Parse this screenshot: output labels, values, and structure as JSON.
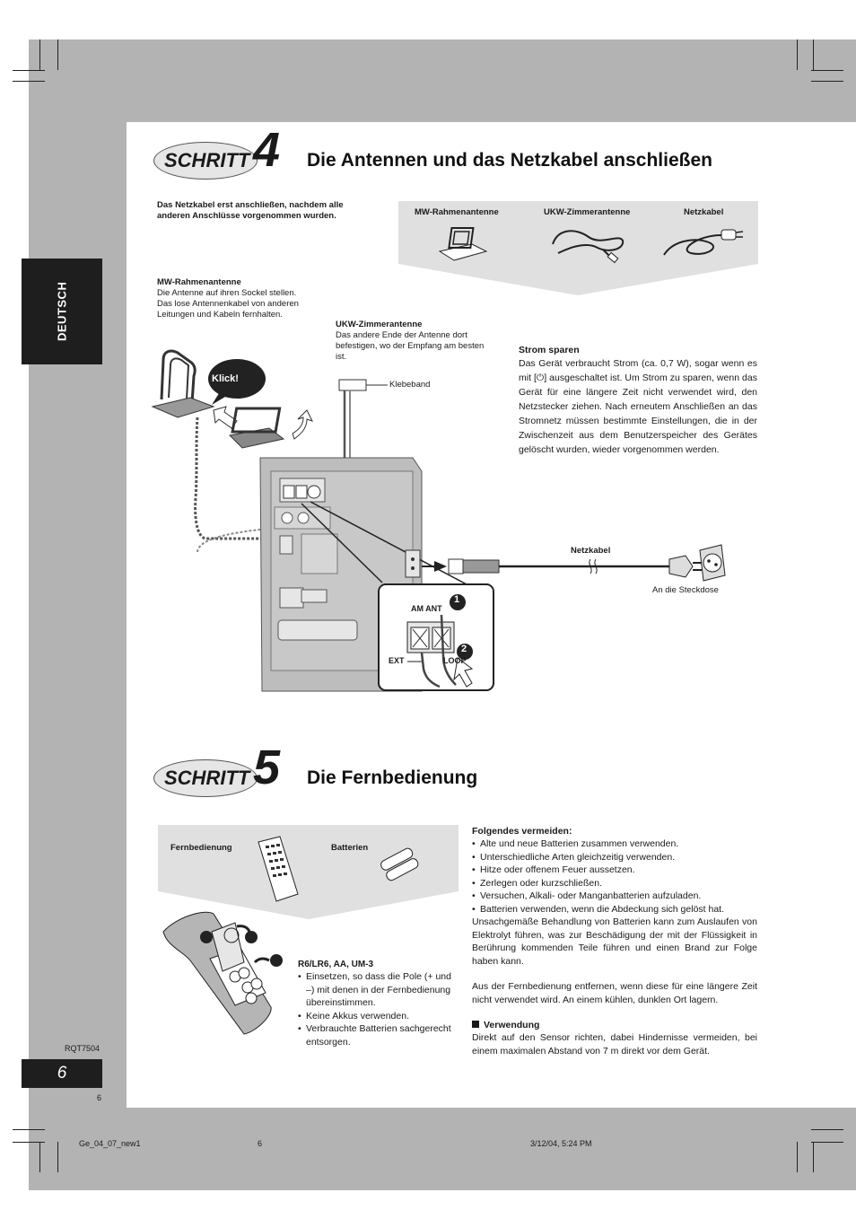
{
  "side_tab": {
    "label": "DEUTSCH"
  },
  "step4": {
    "schritt_word": "SCHRITT",
    "number": "4",
    "title": "Die Antennen und das Netzkabel anschließen",
    "notice": "Das Netzkabel erst anschließen, nachdem alle anderen Anschlüsse vorgenommen wurden.",
    "supplied": [
      "MW-Rahmenantenne",
      "UKW-Zimmerantenne",
      "Netzkabel"
    ],
    "mw_heading": "MW-Rahmenantenne",
    "mw_text": "Die Antenne auf ihren Sockel stellen. Das lose Antennenkabel von anderen Leitungen und Kabeln fernhalten.",
    "ukw_heading": "UKW-Zimmerantenne",
    "ukw_text": "Das andere Ende der Antenne dort befestigen, wo der Empfang am besten ist.",
    "klick": "Klick!",
    "klebeband": "Klebeband",
    "strom_heading": "Strom sparen",
    "strom_text": "Das Gerät verbraucht Strom (ca. 0,7 W), sogar wenn es mit [⏻] ausgeschaltet ist. Um Strom zu sparen, wenn das Gerät für eine längere Zeit nicht verwendet wird, den Netzstecker ziehen. Nach erneutem Anschließen an das Stromnetz müssen bestimmte Einstellungen, die in der Zwischenzeit aus dem Benutzerspeicher des Gerätes gelöscht wurden, wieder vorgenommen werden.",
    "netzkabel_label": "Netzkabel",
    "steckdose_label": "An die Steckdose",
    "am_ant": "AM ANT",
    "ext": "EXT",
    "loop": "LOOP"
  },
  "step5": {
    "schritt_word": "SCHRITT",
    "number": "5",
    "title": "Die Fernbedienung",
    "supplied": [
      "Fernbedienung",
      "Batterien"
    ],
    "battery_type": "R6/LR6, AA, UM-3",
    "battery_bullets": [
      "Einsetzen, so dass die Pole (+ und –) mit denen in der Fernbedienung übereinstimmen.",
      "Keine Akkus verwenden.",
      "Verbrauchte Batterien sachgerecht entsorgen."
    ],
    "avoid_heading": "Folgendes vermeiden:",
    "avoid_bullets": [
      "Alte und neue Batterien zusammen verwenden.",
      "Unterschiedliche Arten gleichzeitig verwenden.",
      "Hitze oder offenem Feuer aussetzen.",
      "Zerlegen oder kurzschließen.",
      "Versuchen, Alkali- oder Manganbatterien aufzuladen.",
      "Batterien verwenden, wenn die Abdeckung sich gelöst hat."
    ],
    "misuse_text": "Unsachgemäße Behandlung von Batterien kann zum Auslaufen von Elektrolyt führen, was zur Beschädigung der mit der Flüssigkeit in Berührung kommenden Teile führen und einen Brand zur Folge haben kann.",
    "remove_text": "Aus der Fernbedienung entfernen, wenn diese für eine längere Zeit nicht verwendet wird. An einem kühlen, dunklen Ort lagern.",
    "use_heading": "Verwendung",
    "use_text": "Direkt auf den Sensor richten, dabei Hindernisse vermeiden, bei einem maximalen Abstand von 7 m direkt vor dem Gerät."
  },
  "footer": {
    "model": "RQT7504",
    "page_big": "6",
    "page_small": "6",
    "file": "Ge_04_07_new1",
    "page_center": "6",
    "date": "3/12/04, 5:24 PM"
  },
  "colors": {
    "background_grey": "#b3b3b3",
    "tab_black": "#1e1e1e",
    "panel_grey": "#e0e0e0"
  }
}
